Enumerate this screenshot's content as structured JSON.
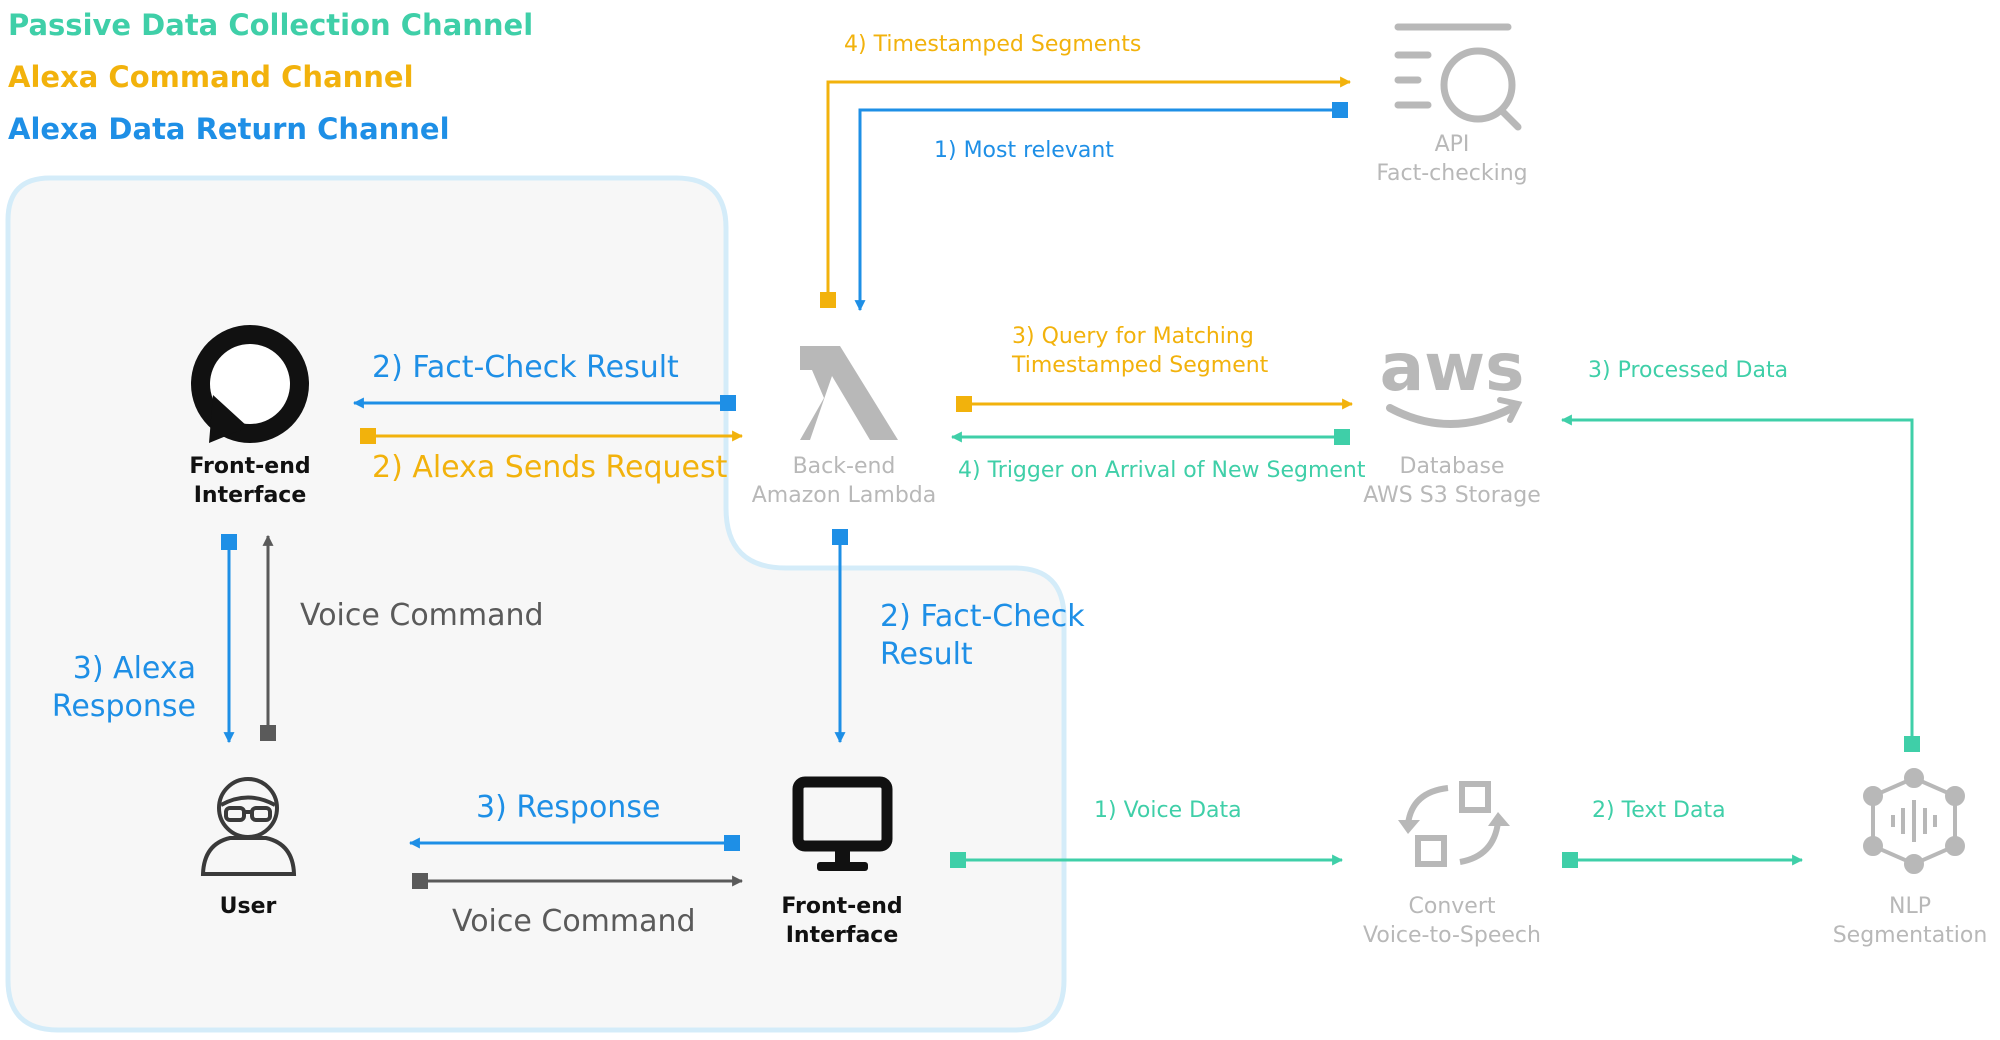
{
  "legend": {
    "passive": "Passive Data Collection Channel",
    "command": "Alexa Command Channel",
    "return": "Alexa Data Return Channel"
  },
  "nodes": {
    "api": {
      "line1": "API",
      "line2": "Fact-checking",
      "icon": "search-list-icon"
    },
    "lambda": {
      "line1": "Back-end",
      "line2": "Amazon Lambda",
      "icon": "lambda-icon"
    },
    "database": {
      "line1": "Database",
      "line2": "AWS S3 Storage",
      "icon": "aws-logo-icon"
    },
    "alexa": {
      "line1": "Front-end",
      "line2": "Interface",
      "icon": "alexa-ring-icon"
    },
    "user": {
      "line1": "User",
      "icon": "user-icon"
    },
    "monitor": {
      "line1": "Front-end",
      "line2": "Interface",
      "icon": "monitor-icon"
    },
    "convert": {
      "line1": "Convert",
      "line2": "Voice-to-Speech",
      "icon": "convert-arrows-icon"
    },
    "nlp": {
      "line1": "NLP",
      "line2": "Segmentation",
      "icon": "nlp-network-icon"
    }
  },
  "edges": {
    "timestamped_segments": "4) Timestamped Segments",
    "most_relevant": "1) Most relevant",
    "query_line1": "3) Query for Matching",
    "query_line2": "Timestamped Segment",
    "trigger": "4) Trigger on Arrival of New Segment",
    "processed_data": "3) Processed Data",
    "factcheck_result": "2) Fact-Check Result",
    "alexa_sends_request": "2) Alexa Sends Request",
    "voice_command_vertical": "Voice Command",
    "alexa_response_line1": "3) Alexa",
    "alexa_response_line2": "Response",
    "factcheck_result_line1": "2) Fact-Check",
    "factcheck_result_line2": "Result",
    "response": "3) Response",
    "voice_command_horizontal": "Voice Command",
    "voice_data": "1) Voice Data",
    "text_data": "2) Text Data"
  },
  "colors": {
    "passive": "#3fcfa8",
    "command": "#f2b20c",
    "return": "#1e8fe6",
    "gray": "#5a5a5a",
    "icon_gray": "#b8b8b8",
    "region_border": "#d4ecf9",
    "region_fill": "#f7f7f7"
  }
}
